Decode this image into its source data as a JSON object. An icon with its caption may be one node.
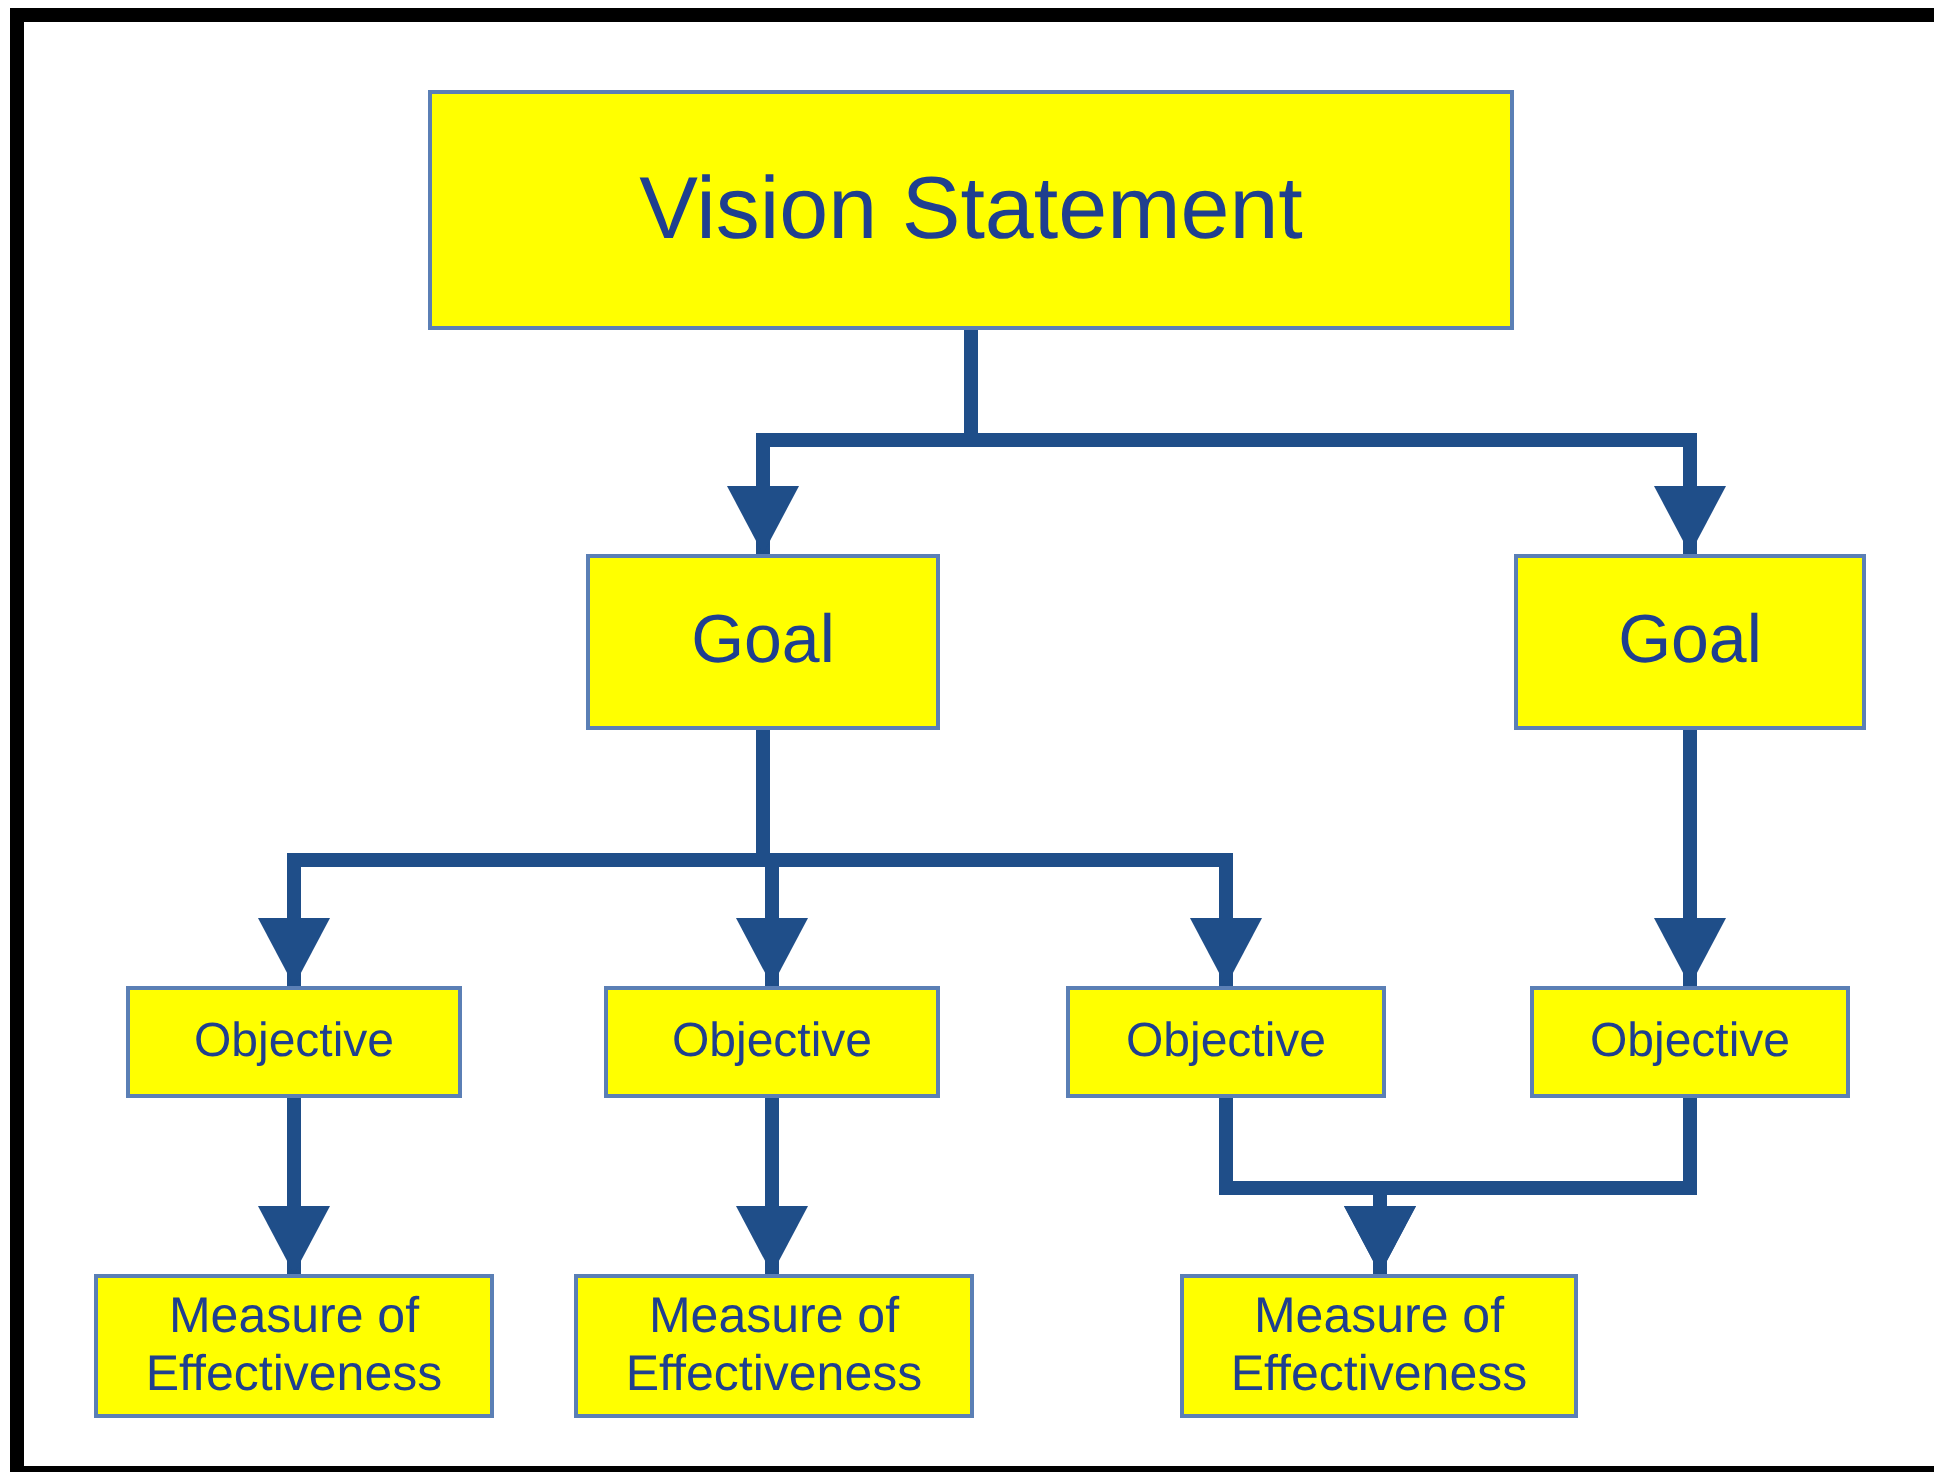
{
  "diagram": {
    "nodes": [
      {
        "text": [
          "Vision Statement"
        ]
      },
      {
        "text": [
          "Goal"
        ]
      },
      {
        "text": [
          "Goal"
        ]
      },
      {
        "text": [
          "Objective"
        ]
      },
      {
        "text": [
          "Objective"
        ]
      },
      {
        "text": [
          "Objective"
        ]
      },
      {
        "text": [
          "Objective"
        ]
      },
      {
        "text": [
          "Measure of Effectiveness"
        ]
      },
      {
        "text": [
          "Measure of Effectiveness"
        ]
      },
      {
        "text": [
          "Measure of Effectiveness"
        ]
      }
    ],
    "edges": [
      {
        "from": 0,
        "to": 1,
        "arrow": "to"
      },
      {
        "from": 0,
        "to": 2,
        "arrow": "to"
      },
      {
        "from": 1,
        "to": 3,
        "arrow": "to"
      },
      {
        "from": 1,
        "to": 4,
        "arrow": "to"
      },
      {
        "from": 1,
        "to": 5,
        "arrow": "to"
      },
      {
        "from": 2,
        "to": 6,
        "arrow": "to"
      },
      {
        "from": 3,
        "to": 7,
        "arrow": "to"
      },
      {
        "from": 4,
        "to": 8,
        "arrow": "to"
      },
      {
        "from": 5,
        "to": 9,
        "arrow": "to"
      },
      {
        "from": 6,
        "to": 9,
        "arrow": "to"
      }
    ]
  }
}
